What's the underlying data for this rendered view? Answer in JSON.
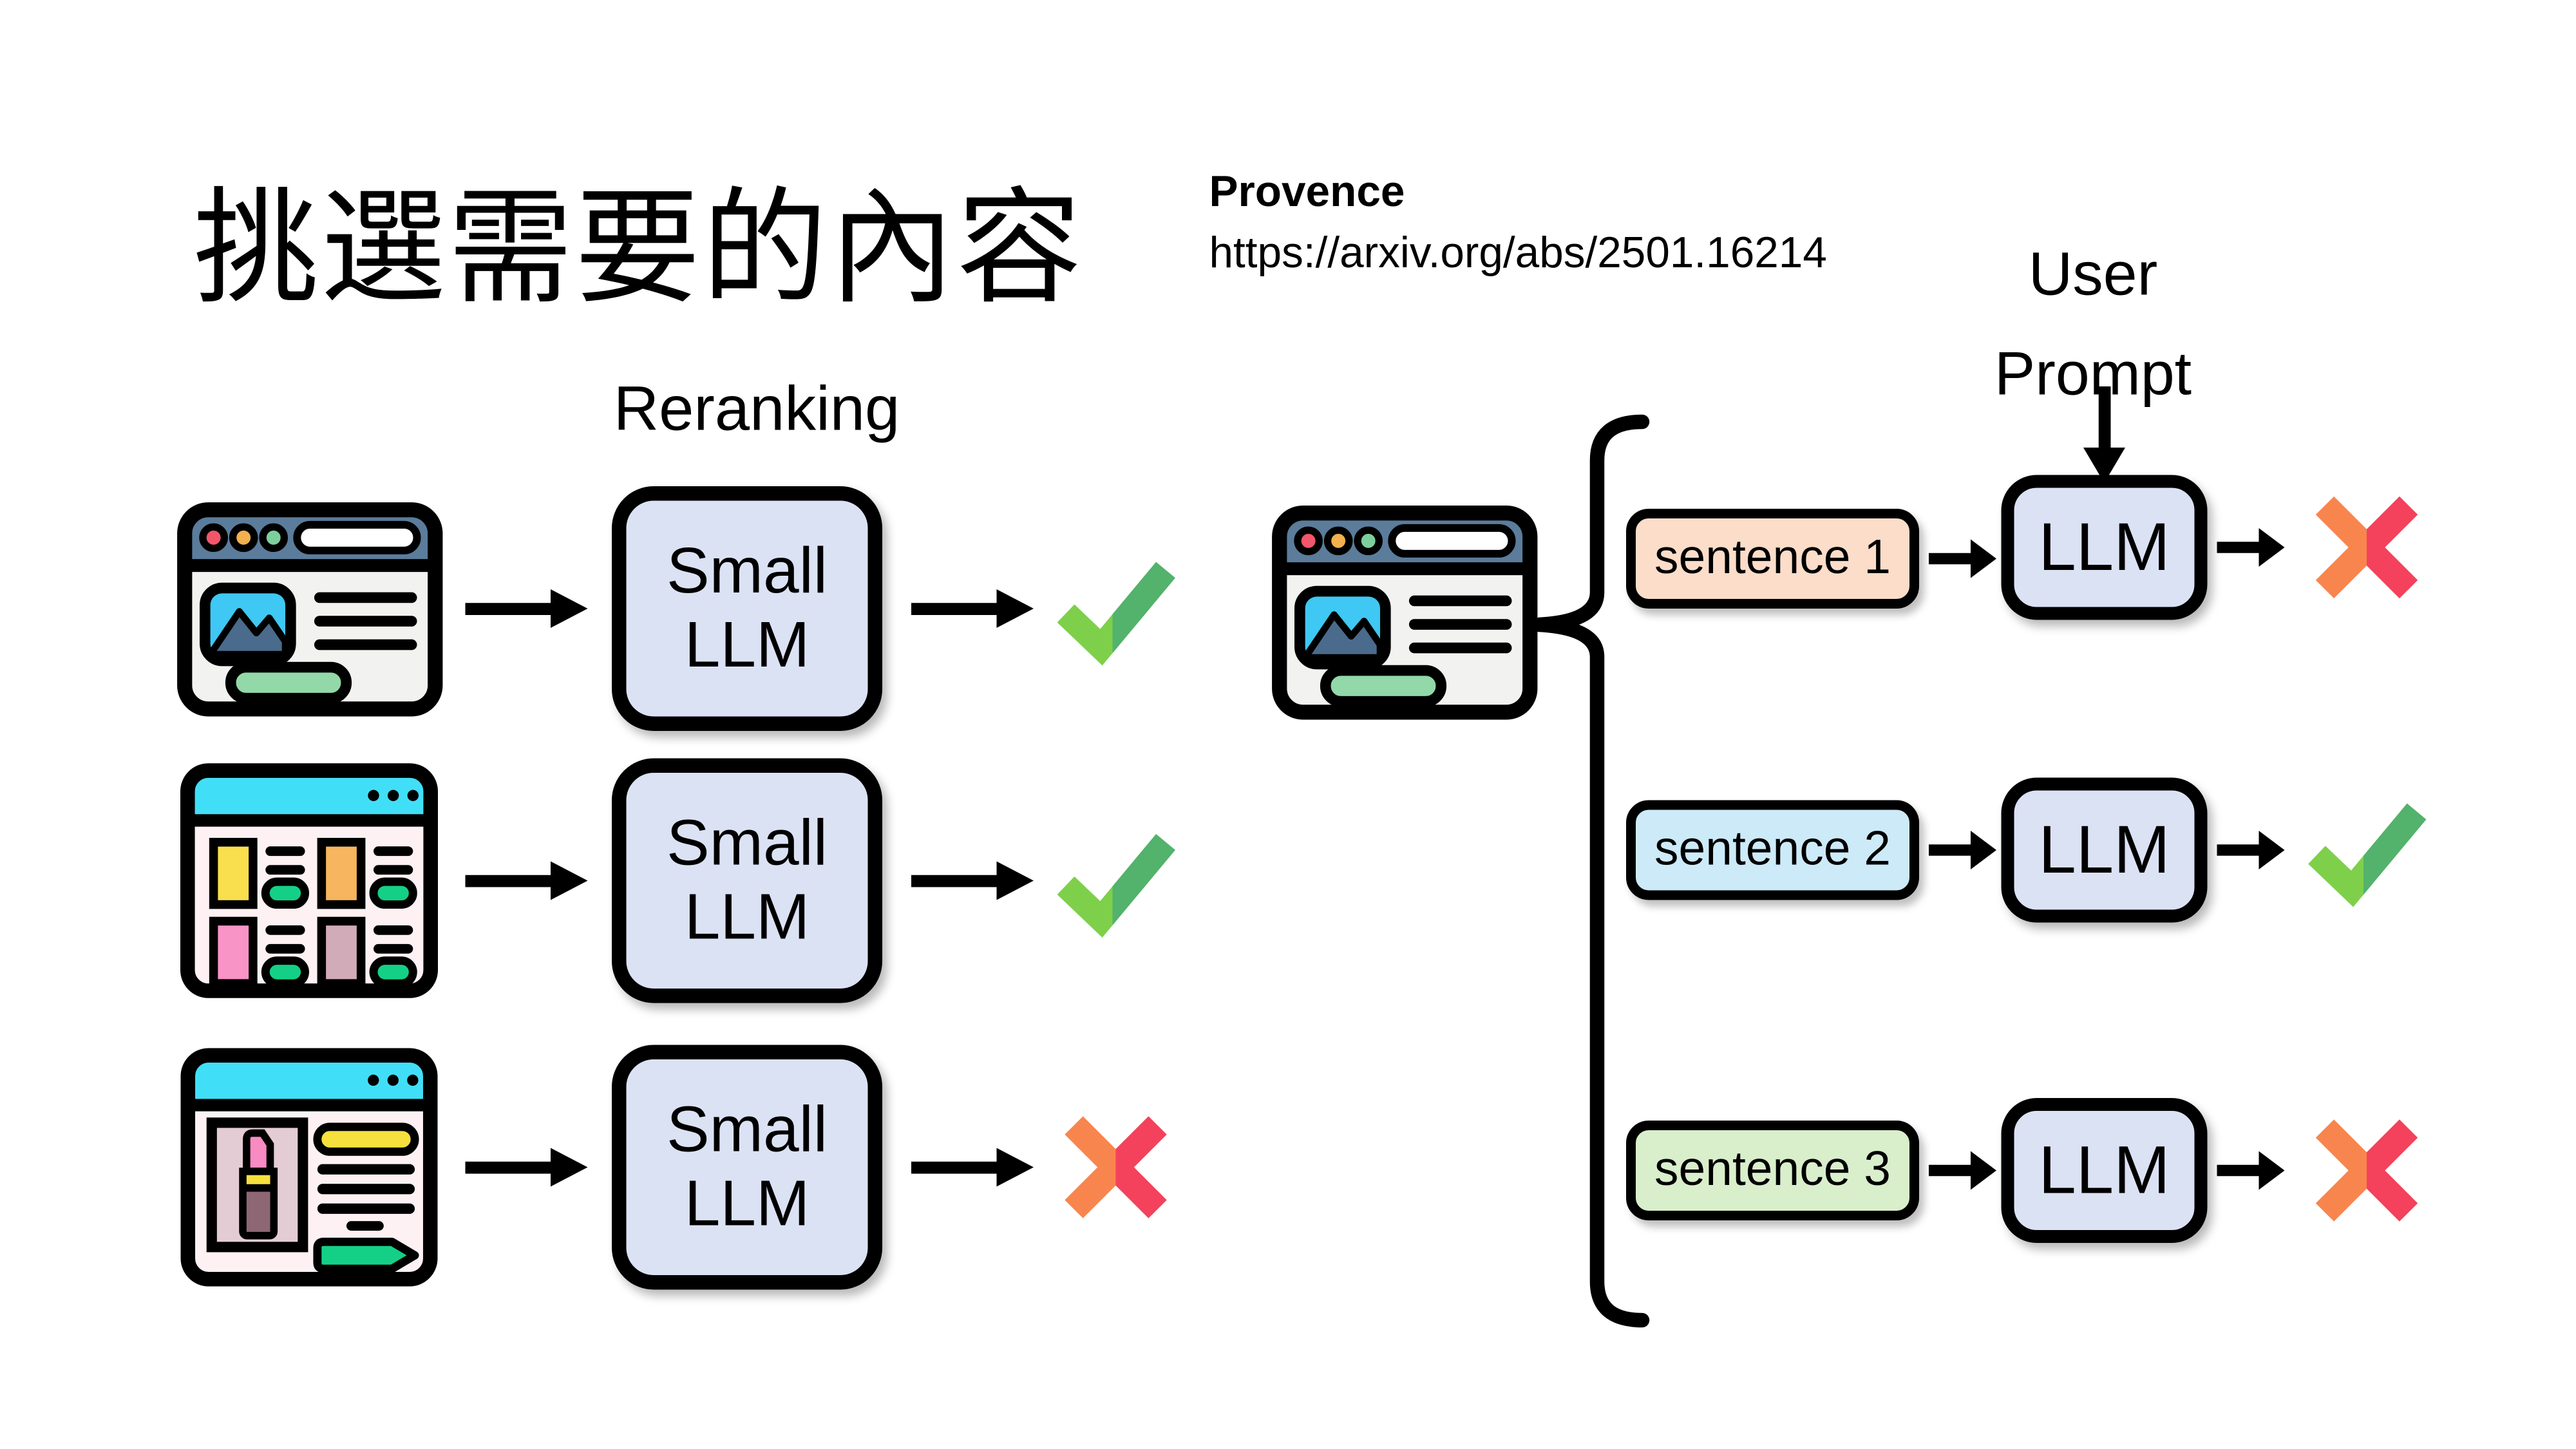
{
  "slide": {
    "title": "挑選需要的內容",
    "background": "#ffffff"
  },
  "reference": {
    "name": "Provence",
    "url": "https://arxiv.org/abs/2501.16214"
  },
  "labels": {
    "reranking": "Reranking",
    "user_prompt_line1": "User",
    "user_prompt_line2": "Prompt"
  },
  "left_flow": {
    "title": "Reranking",
    "llm_line1": "Small",
    "llm_line2": "LLM",
    "rows": [
      {
        "source_icon": "news-webpage-icon",
        "result": "check"
      },
      {
        "source_icon": "shop-grid-webpage-icon",
        "result": "check"
      },
      {
        "source_icon": "product-page-webpage-icon",
        "result": "cross"
      }
    ]
  },
  "right_flow": {
    "llm_label": "LLM",
    "source_icon": "news-webpage-icon",
    "rows": [
      {
        "sentence": "sentence 1",
        "fill": "#fbddc9",
        "result": "cross"
      },
      {
        "sentence": "sentence 2",
        "fill": "#cdeaf8",
        "result": "check"
      },
      {
        "sentence": "sentence 3",
        "fill": "#d9eecb",
        "result": "cross"
      }
    ]
  },
  "colors": {
    "text": "#000000",
    "llm_fill": "#dbe2f4",
    "slate_bar": "#5b7c9b",
    "body_gray": "#f2f2f0",
    "cyan_bar": "#41dff7",
    "body_pink": "#fdf1f3",
    "image_cyan": "#3ec8f3",
    "mountain": "#4a6b8c",
    "pill_green": "#92d8a8",
    "emerald": "#14d086",
    "card_yellow": "#f9df4d",
    "card_orange": "#f6b55e",
    "card_pink": "#f994c6",
    "card_mauve": "#d2abb9",
    "frame_pink": "#e4ccd4",
    "lipstick_body": "#8d6774",
    "lipstick_tip": "#f98ac2",
    "yellow_band": "#f5e03d",
    "dot_red": "#f2566a",
    "dot_amber": "#f2b04e",
    "dot_green": "#7ccf9c",
    "check_light": "#7ed04b",
    "check_dark": "#53b26c",
    "x_orange": "#f8854e",
    "x_red": "#f4415c"
  }
}
